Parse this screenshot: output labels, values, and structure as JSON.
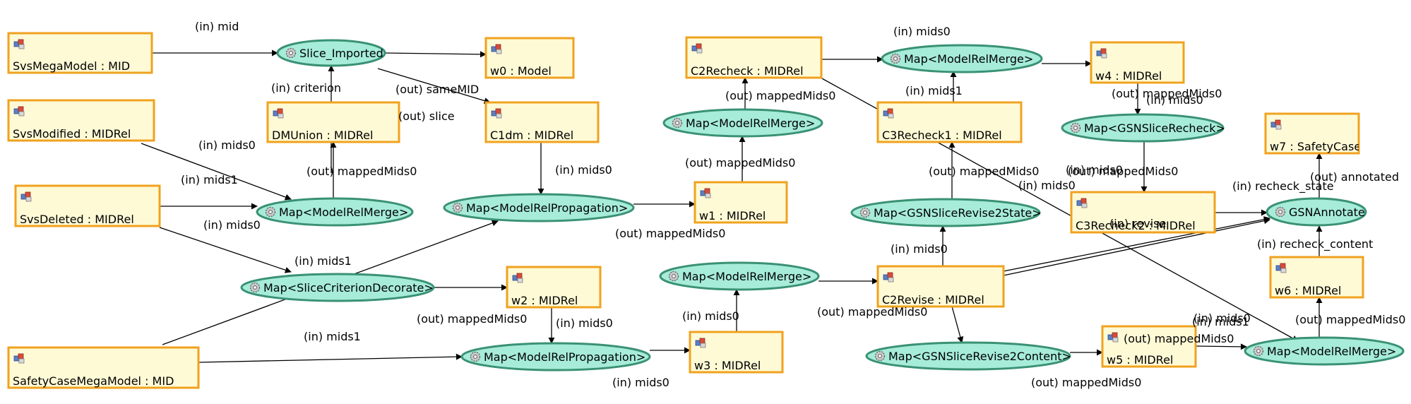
{
  "diagram": {
    "models": [
      {
        "id": "svsmega",
        "label": "SvsMegaModel : MID"
      },
      {
        "id": "svsmod",
        "label": "SvsModified : MIDRel"
      },
      {
        "id": "svsdel",
        "label": "SvsDeleted : MIDRel"
      },
      {
        "id": "safetymega",
        "label": "SafetyCaseMegaModel : MID"
      },
      {
        "id": "dmunion",
        "label": "DMUnion : MIDRel"
      },
      {
        "id": "w0",
        "label": "w0 : Model"
      },
      {
        "id": "c1dm",
        "label": "C1dm : MIDRel"
      },
      {
        "id": "w2",
        "label": "w2 : MIDRel"
      },
      {
        "id": "c2recheck",
        "label": "C2Recheck : MIDRel"
      },
      {
        "id": "w1",
        "label": "w1 : MIDRel"
      },
      {
        "id": "w3",
        "label": "w3 : MIDRel"
      },
      {
        "id": "c3recheck1",
        "label": "C3Recheck1 : MIDRel"
      },
      {
        "id": "c2revise",
        "label": "C2Revise : MIDRel"
      },
      {
        "id": "w4",
        "label": "w4 : MIDRel"
      },
      {
        "id": "c3recheck2",
        "label": "C3Recheck2 : MIDRel"
      },
      {
        "id": "w5",
        "label": "w5 : MIDRel"
      },
      {
        "id": "w7",
        "label": "w7 : SafetyCase"
      },
      {
        "id": "w6",
        "label": "w6 : MIDRel"
      }
    ],
    "operators": [
      {
        "id": "slice",
        "label": "Slice_Imported"
      },
      {
        "id": "mrm1",
        "label": "Map<ModelRelMerge>"
      },
      {
        "id": "scd",
        "label": "Map<SliceCriterionDecorate>"
      },
      {
        "id": "mrp1",
        "label": "Map<ModelRelPropagation>"
      },
      {
        "id": "mrp2",
        "label": "Map<ModelRelPropagation>"
      },
      {
        "id": "mrm2",
        "label": "Map<ModelRelMerge>"
      },
      {
        "id": "mrm3",
        "label": "Map<ModelRelMerge>"
      },
      {
        "id": "mrm4",
        "label": "Map<ModelRelMerge>"
      },
      {
        "id": "gsr2s",
        "label": "Map<GSNSliceRevise2State>"
      },
      {
        "id": "gsr2c",
        "label": "Map<GSNSliceRevise2Content>"
      },
      {
        "id": "gsrecheck",
        "label": "Map<GSNSliceRecheck>"
      },
      {
        "id": "gsnannotate",
        "label": "GSNAnnotate"
      },
      {
        "id": "mrm5",
        "label": "Map<ModelRelMerge>"
      }
    ],
    "edge_labels": [
      "(in) mid",
      "(in) criterion",
      "(out) sameMID",
      "(out) slice",
      "(in) mids0",
      "(in) mids1",
      "(in) mids0",
      "(out) mappedMids0",
      "(in) mids1",
      "(in) mids1",
      "(out) mappedMids0",
      "(in) mids0",
      "(in) mids0",
      "(out) mappedMids0",
      "(out) mappedMids0",
      "(in) mids0",
      "(out) mappedMids0",
      "(in) mids0",
      "(in) mids0",
      "(in) mids1",
      "(out) mappedMids0",
      "(in) mids0",
      "(out) mappedMids0",
      "(in) mids0",
      "(out) mappedMids0",
      "(in) mids0",
      "(in) mids0",
      "(out) mappedMids0",
      "(out) mappedMids0",
      "(in) mids0",
      "(out) mappedMids0",
      "(in) revise",
      "(in) recheck_state",
      "(in) recheck_content",
      "(out) annotated",
      "(in) mids1",
      "(out) mappedMids0"
    ]
  },
  "colors": {
    "model_fill": "#fffad6",
    "model_border": "#f0a21f",
    "operator_fill": "#a6ecd9",
    "operator_border": "#3a9174",
    "edge": "#000000"
  },
  "icons": {
    "model": "model-icon",
    "operator": "gear-icon"
  }
}
